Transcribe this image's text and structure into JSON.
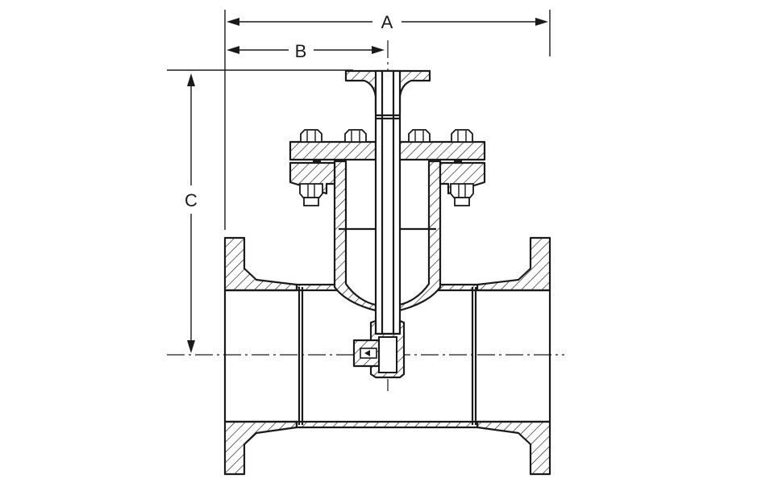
{
  "dimensions": {
    "A": "A",
    "B": "B",
    "C": "C"
  }
}
